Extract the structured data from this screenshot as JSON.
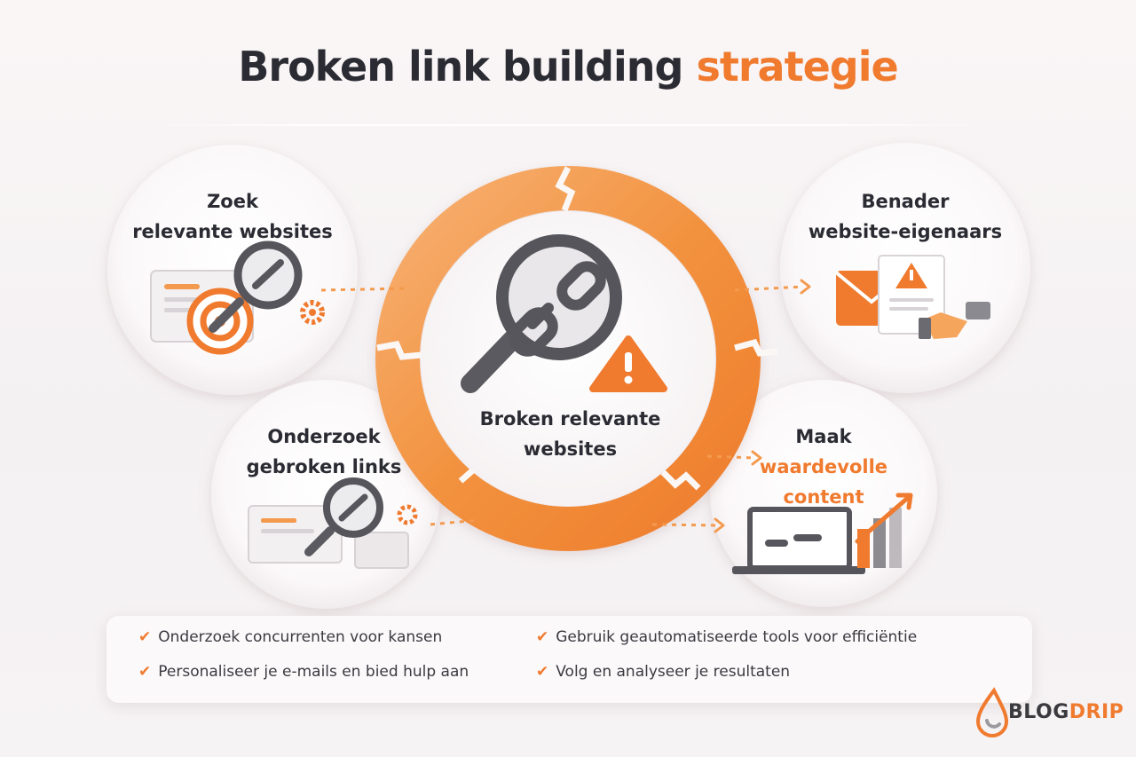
{
  "title": {
    "main": "Broken link building",
    "accent": "strategie"
  },
  "center": {
    "line1": "Broken relevante",
    "line2": "websites"
  },
  "steps": [
    {
      "line1": "Zoek",
      "line2": "relevante websites"
    },
    {
      "line1": "Benader",
      "line2": "website-eigenaars"
    },
    {
      "line1": "Onderzoek",
      "line2": "gebroken links"
    },
    {
      "line1": "Maak",
      "line2": "waardevolle",
      "line3": "content"
    }
  ],
  "tips": [
    "Onderzoek concurrenten voor kansen",
    "Gebruik geautomatiseerde tools voor efficiëntie",
    "Personaliseer je e-mails en bied hulp aan",
    "Volg en analyseer je resultaten"
  ],
  "brand": {
    "part1": "BLOG",
    "part2": "DRIP"
  },
  "colors": {
    "accent": "#f07a2e",
    "dark": "#2b2b33",
    "ring": "#f39a4e"
  }
}
